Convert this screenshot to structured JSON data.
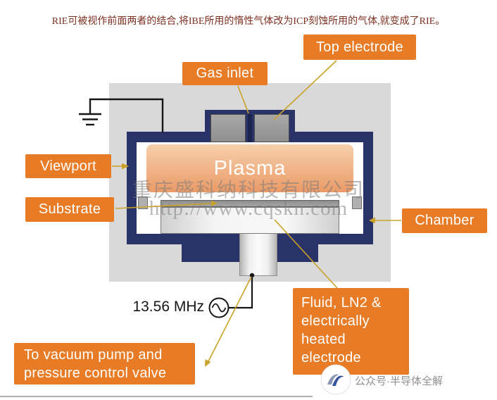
{
  "header": {
    "text": "RIE可被视作前面两者的结合,将IBE所用的惰性气体改为ICP刻蚀所用的气体,就变成了RIE。"
  },
  "callouts": {
    "top_electrode": "Top electrode",
    "gas_inlet": "Gas inlet",
    "viewport": "Viewport",
    "substrate": "Substrate",
    "chamber": "Chamber",
    "fluid_electrode": "Fluid, LN2 &\nelectrically\nheated\nelectrode",
    "vacuum_pump": "To vacuum pump and\npressure control valve"
  },
  "diagram": {
    "plasma_label": "Plasma",
    "rf_frequency": "13.56 MHz",
    "icons": {
      "ground": "ground-icon",
      "ac_source": "ac-source-icon"
    }
  },
  "watermark": {
    "company": "重庆盛科纳科技有限公司",
    "url": "http://www.cqskn.com"
  },
  "footer": {
    "account_text": "公众号·半导体全解"
  },
  "colors": {
    "callout_orange": "#e87b25",
    "chamber_navy": "#2a3368",
    "leader_gold": "#c9a227",
    "plasma_top": "#f6d0ad",
    "plasma_bottom": "#eb9a66",
    "panel_gray": "#d9d9d9",
    "header_red": "#7d3020"
  }
}
